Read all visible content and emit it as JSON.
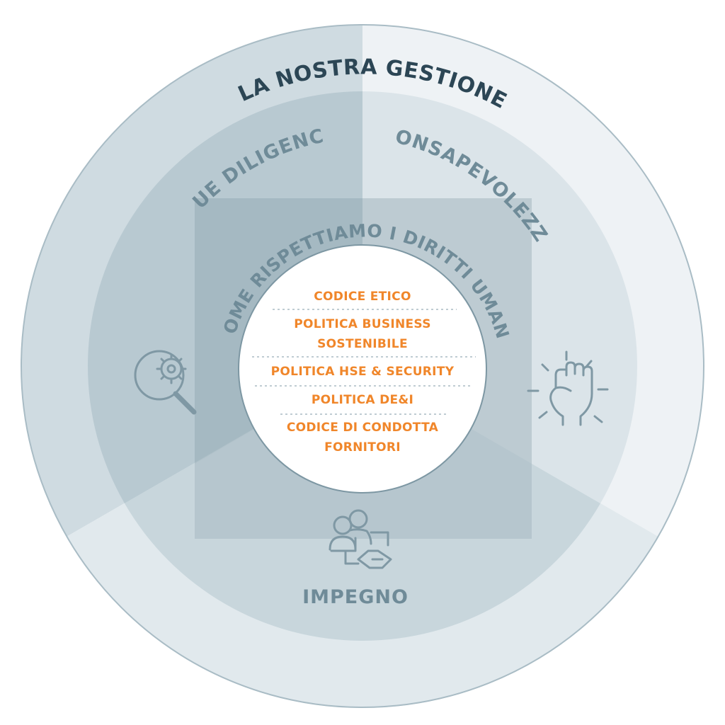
{
  "title": "LA NOSTRA GESTIONE",
  "sections": {
    "due_diligence": "DUE DILIGENCE",
    "consapevolezza": "CONSAPEVOLEZZA",
    "impegno": "IMPEGNO"
  },
  "center": {
    "title": "COME RISPETTIAMO I DIRITTI UMANI",
    "policies": [
      {
        "lines": [
          "CODICE ETICO"
        ]
      },
      {
        "lines": [
          "POLITICA BUSINESS",
          "SOSTENIBILE"
        ]
      },
      {
        "lines": [
          "POLITICA HSE & SECURITY"
        ]
      },
      {
        "lines": [
          "POLITICA DE&I"
        ]
      },
      {
        "lines": [
          "CODICE DI CONDOTTA",
          "FORNITORI"
        ]
      }
    ]
  },
  "icons": {
    "due_diligence": "magnifier-gear-icon",
    "consapevolezza": "raised-fist-icon",
    "impegno": "people-handshake-icon"
  },
  "colors": {
    "outer_left": "#cfdbe1",
    "outer_right": "#eef2f5",
    "outer_bottom": "#e1e9ed",
    "accent_text": "#f0862a",
    "title_text": "#2c4655",
    "section_text": "#6f8b98"
  }
}
